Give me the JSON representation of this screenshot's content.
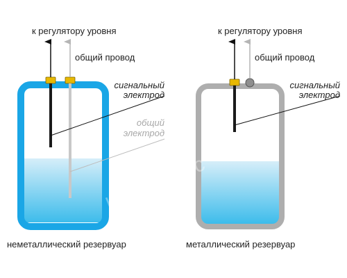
{
  "colors": {
    "tank_nonmetal_wall": "#1AA6E6",
    "tank_metal_wall": "#AEAEAE",
    "liquid_top": "#D6EEF9",
    "liquid_bottom": "#3DBCEB",
    "electrode_signal": "#1a1a1a",
    "electrode_common": "#c4c4c4",
    "connector": "#E8B800",
    "wire_signal": "#111111",
    "wire_common": "#b5b5b5"
  },
  "left": {
    "top_label": "к регулятору уровня",
    "common_wire_label": "общий провод",
    "signal_electrode_label_1": "сигнальный",
    "signal_electrode_label_2": "электрод",
    "common_electrode_label_1": "общий",
    "common_electrode_label_2": "электрод",
    "caption": "неметаллический резервуар"
  },
  "right": {
    "top_label": "к регулятору уровня",
    "common_wire_label": "общий провод",
    "signal_electrode_label_1": "сигнальный",
    "signal_electrode_label_2": "электрод",
    "caption": "металлический резервуар"
  },
  "watermark": "кип-сервис"
}
